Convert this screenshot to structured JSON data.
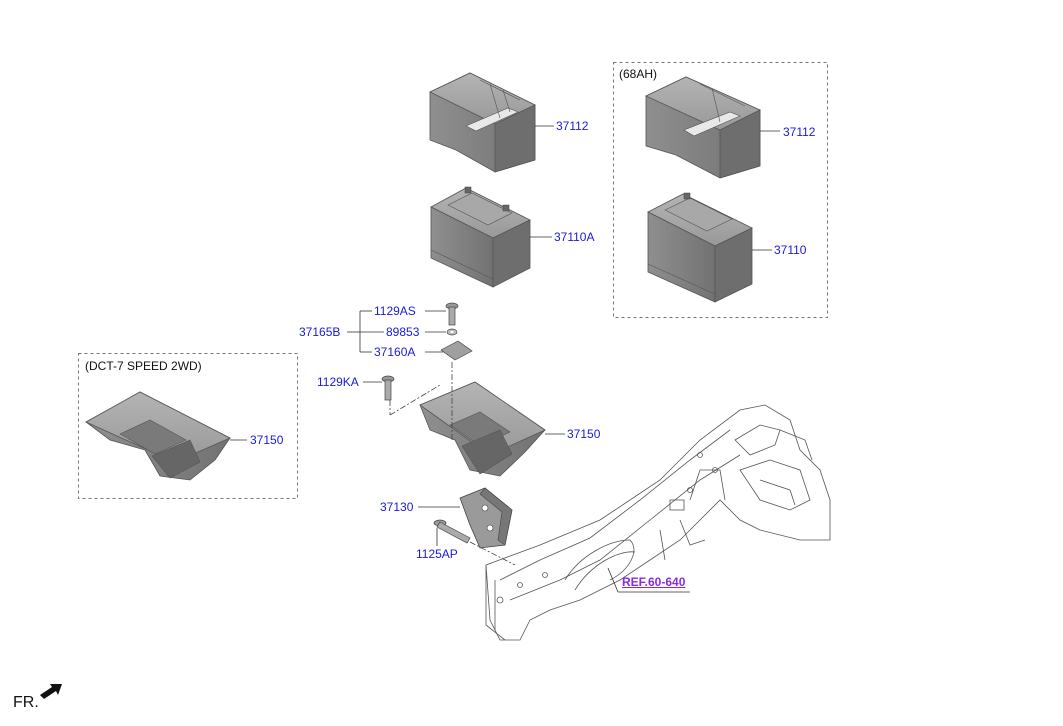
{
  "variant_boxes": {
    "dct_caption": "(DCT-7 SPEED 2WD)",
    "ah_caption": "(68AH)"
  },
  "labels": {
    "tray_cover_main": "37112",
    "battery_main": "37110A",
    "tray_cover_68ah": "37112",
    "battery_68ah": "37110",
    "bolt_1129as": "1129AS",
    "washer_89853": "89853",
    "clamp_37160a": "37160A",
    "group_37165b": "37165B",
    "bolt_1129ka": "1129KA",
    "tray_main": "37150",
    "tray_dct": "37150",
    "bracket_37130": "37130",
    "bolt_1125ap": "1125AP",
    "ref": "REF.60-640"
  },
  "orientation": {
    "text": "FR.",
    "icon": "front-arrow-icon"
  },
  "colors": {
    "part_label": "#1a1ad6",
    "ref_label": "#8a2be2",
    "part_fill": "#8c8c8c"
  }
}
